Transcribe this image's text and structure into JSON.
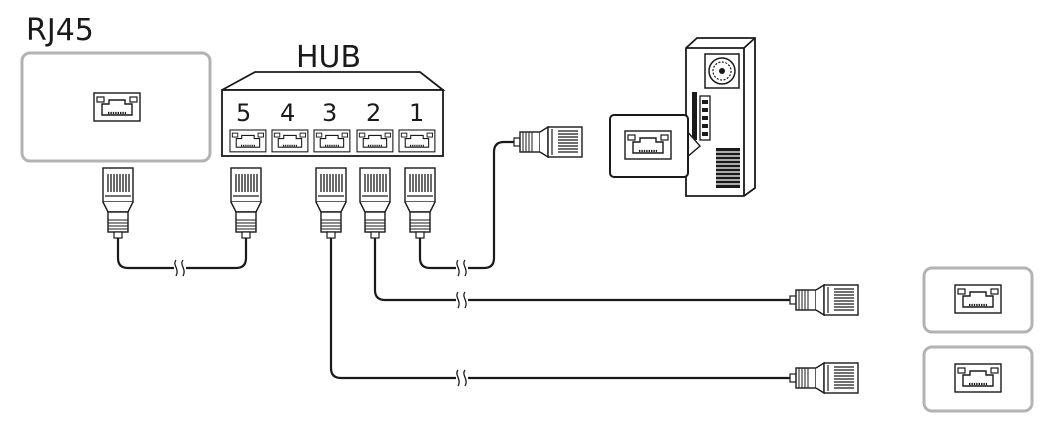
{
  "labels": {
    "rj45": "RJ45",
    "hub": "HUB"
  },
  "hub_ports": [
    "5",
    "4",
    "3",
    "2",
    "1"
  ],
  "colors": {
    "line": "#1a1a1a",
    "panel_border": "#b3b3b3",
    "background": "#ffffff"
  },
  "icons": [
    "rj45-jack-icon",
    "rj45-plug-icon",
    "cable-break-icon",
    "desktop-pc-icon"
  ]
}
